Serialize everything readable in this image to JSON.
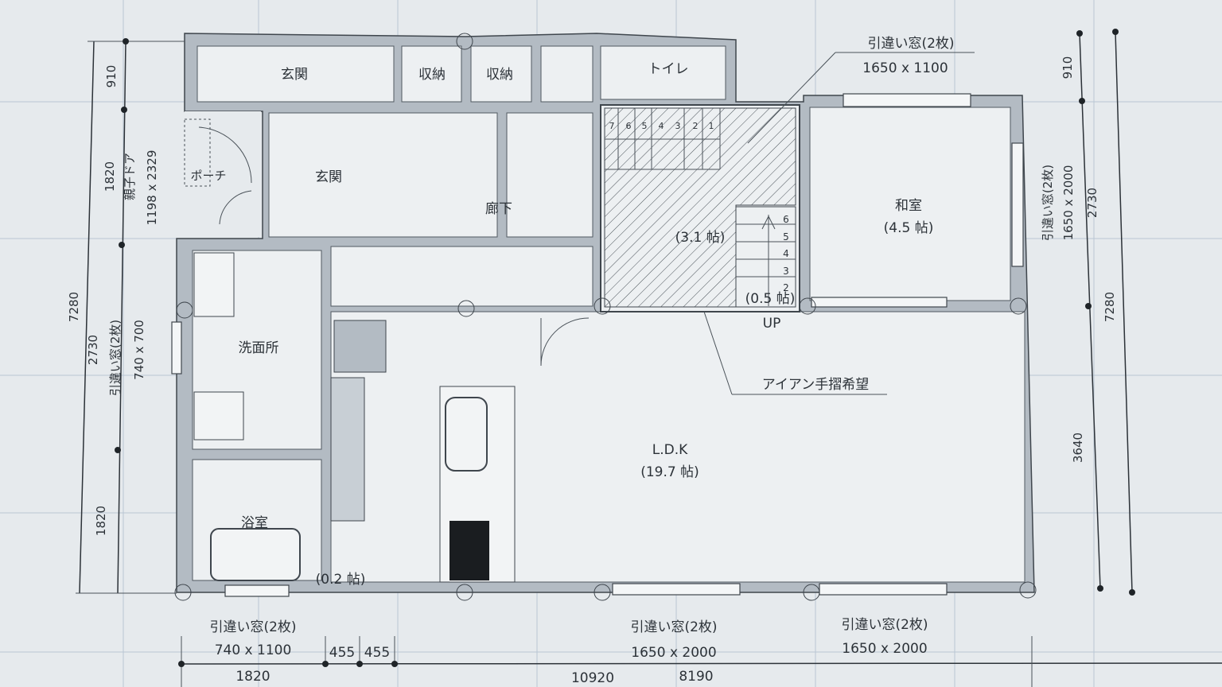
{
  "rooms": {
    "genkan_storage": "玄関",
    "storage1": "収納",
    "storage2": "収納",
    "toilet": "トイレ",
    "entrance": "玄関",
    "porch": "ポーチ",
    "corridor": "廊下",
    "washroom": "洗面所",
    "bathroom": "浴室",
    "bath_area": "(0.2 帖)",
    "ldk": "L.D.K",
    "ldk_area": "(19.7 帖)",
    "washitsu": "和室",
    "washitsu_area": "(4.5 帖)",
    "stair_hall_area": "(3.1 帖)",
    "stair_landing_area": "(0.5 帖)",
    "up": "UP"
  },
  "stairs": {
    "upper_steps": [
      "7",
      "6",
      "5",
      "4",
      "3",
      "2",
      "1"
    ],
    "lower_steps": [
      "6",
      "5",
      "4",
      "3",
      "2"
    ]
  },
  "annotations": {
    "top_window_type": "引違い窓(2枚)",
    "top_window_size": "1650 x 1100",
    "railing_note": "アイアン手摺希望"
  },
  "left_dims": {
    "d910": "910",
    "d1820_top": "1820",
    "door_type": "親子ドア",
    "door_size": "1198 x 2329",
    "total": "7280",
    "d2730": "2730",
    "window_type": "引違い窓(2枚)",
    "window_size": "740 x 700",
    "d1820_bottom": "1820"
  },
  "right_dims": {
    "d910": "910",
    "window_type": "引違い窓(2枚)",
    "window_size": "1650 x 2000",
    "d2730": "2730",
    "total": "7280",
    "d3640": "3640"
  },
  "bottom_dims": {
    "w1_type": "引違い窓(2枚)",
    "w1_size": "740 x 1100",
    "d1820": "1820",
    "d455a": "455",
    "d455b": "455",
    "w2_type": "引違い窓(2枚)",
    "w2_size": "1650 x 2000",
    "d8190": "8190",
    "w3_type": "引違い窓(2枚)",
    "w3_size": "1650 x 2000",
    "total": "10920"
  }
}
